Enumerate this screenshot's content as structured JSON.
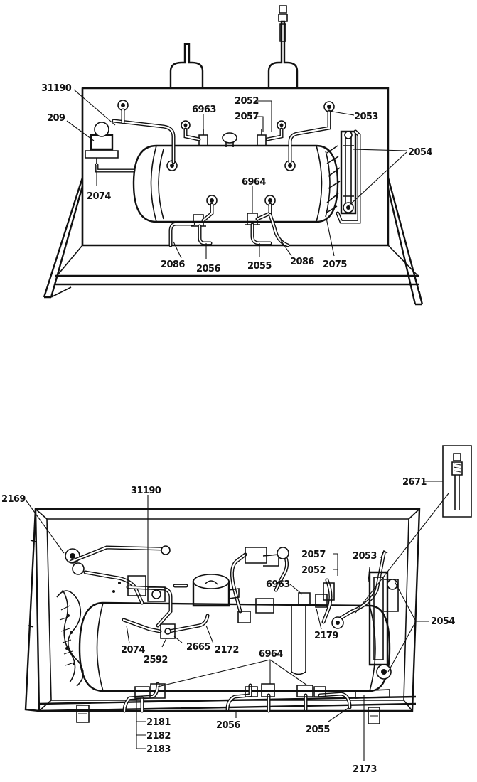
{
  "top_view": {
    "labels": {
      "l31190": "31190",
      "l209": "209",
      "l2074": "2074",
      "l6963": "6963",
      "l2052": "2052",
      "l2057": "2057",
      "l2053": "2053",
      "l2054": "2054",
      "l6964": "6964",
      "l2086a": "2086",
      "l2056": "2056",
      "l2055": "2055",
      "l2086b": "2086",
      "l2075": "2075"
    }
  },
  "bottom_view": {
    "labels": {
      "l2671": "2671",
      "l2169": "2169",
      "l31190": "31190",
      "l2057": "2057",
      "l2052": "2052",
      "l2053": "2053",
      "l6963": "6963",
      "l2054": "2054",
      "l2074": "2074",
      "l2592": "2592",
      "l2665": "2665",
      "l2172": "2172",
      "l2179": "2179",
      "l6964": "6964",
      "l2181": "2181",
      "l2182": "2182",
      "l2183": "2183",
      "l2056": "2056",
      "l2055": "2055",
      "l2173": "2173"
    }
  }
}
